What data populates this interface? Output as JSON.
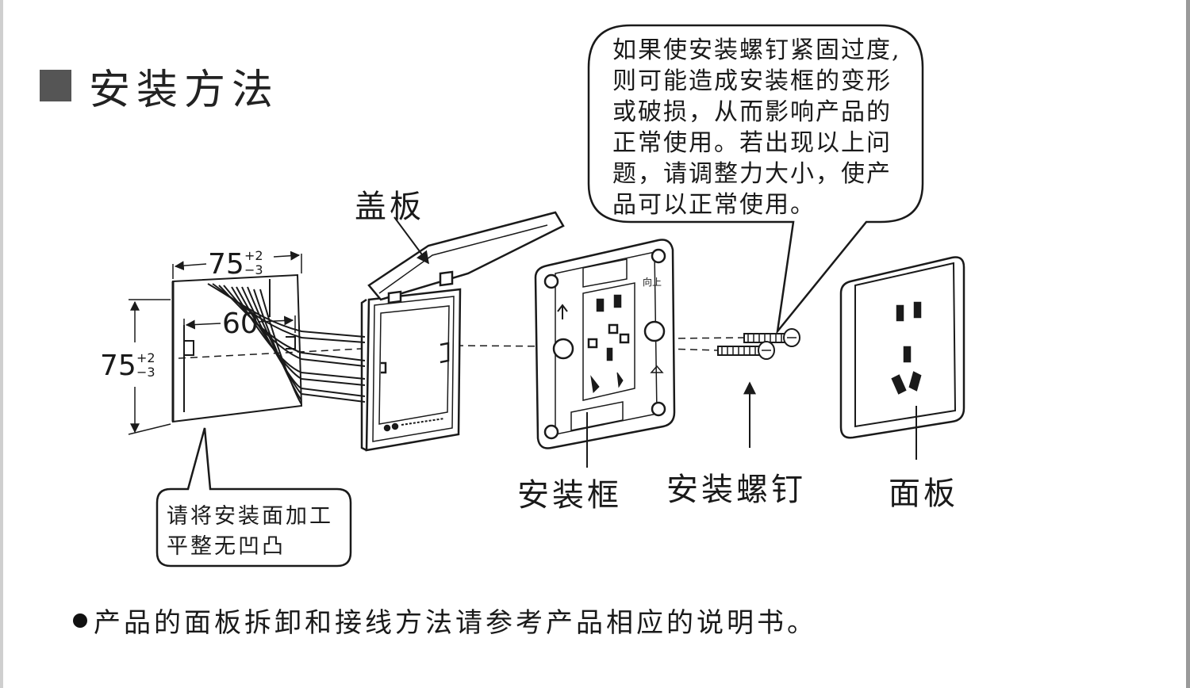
{
  "section": {
    "title": "安装方法"
  },
  "callouts": {
    "screw_warning": [
      "如果使安装螺钉紧固过度,",
      "则可能造成安装框的变形",
      "或破损，从而影响产品的",
      "正常使用。若出现以上问",
      "题，请调整力大小，使产",
      "品可以正常使用。"
    ],
    "surface_note": [
      "请将安装面加工",
      "平整无凹凸"
    ]
  },
  "labels": {
    "cover": "盖板",
    "mount_frame": "安装框",
    "mount_screw": "安装螺钉",
    "panel": "面板"
  },
  "dimensions": {
    "box_width": "75",
    "box_height": "75",
    "hole_spacing": "60",
    "tol_plus": "+2",
    "tol_minus": "−3",
    "frame_mark_up": "向上"
  },
  "footer": {
    "note": "产品的面板拆卸和接线方法请参考产品相应的说明书。"
  },
  "colors": {
    "heading_square": "#555555",
    "line": "#1a1a1a"
  }
}
